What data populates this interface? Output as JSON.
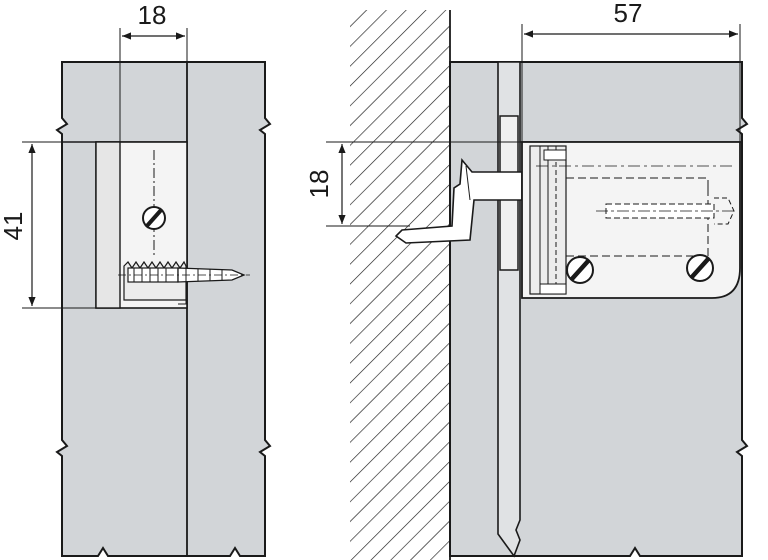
{
  "drawing": {
    "dimensions": {
      "front_width": "18",
      "front_height": "41",
      "side_offset": "18",
      "side_depth": "57"
    }
  },
  "colors": {
    "panel_fill": "#d2d5d8",
    "bracket_fill": "#f4f4f4",
    "line": "#1a1a1a",
    "background": "#ffffff"
  }
}
